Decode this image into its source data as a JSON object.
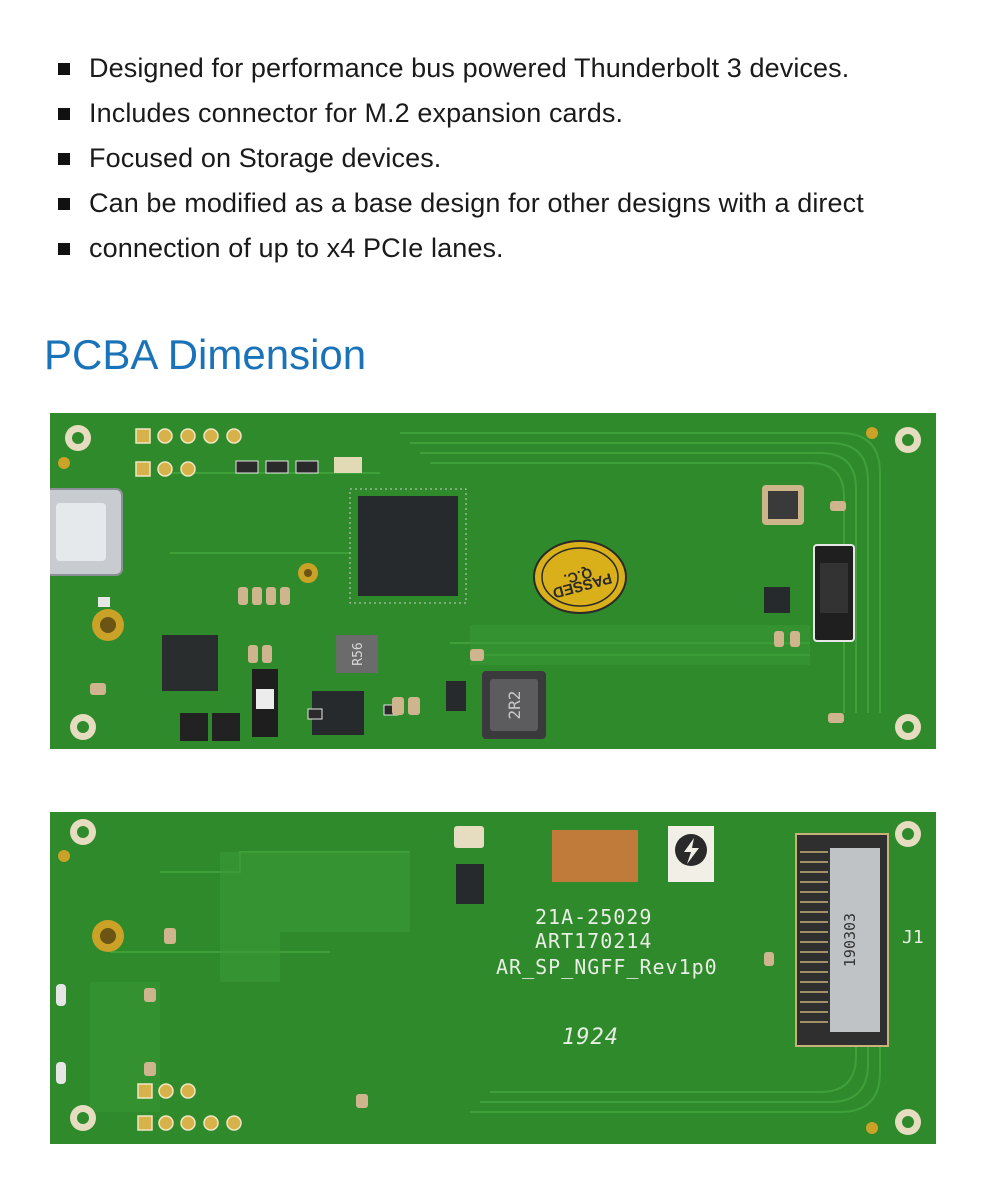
{
  "features": [
    "Designed for performance bus powered Thunderbolt 3 devices.",
    "Includes connector for M.2 expansion cards.",
    "Focused on Storage devices.",
    "Can be modified as a base design for other designs with a direct",
    "connection of up to x4 PCIe lanes."
  ],
  "section_title": "PCBA Dimension",
  "top_board": {
    "qc_sticker_line1": "PASSED",
    "qc_sticker_line2": "Q.C.",
    "inductor_label": "2R2",
    "chip_label": "R56"
  },
  "bottom_board": {
    "silk_line1": "21A-25029",
    "silk_line2": "ART170214",
    "silk_line3": "AR_SP_NGFF_Rev1p0",
    "date_code": "1924",
    "connector_label": "190303",
    "connector_ref": "J1"
  },
  "colors": {
    "pcb_green": "#2f8a2c",
    "pcb_trace": "#3fa03a",
    "heading_blue": "#1a73b8",
    "gold": "#d4a017"
  }
}
